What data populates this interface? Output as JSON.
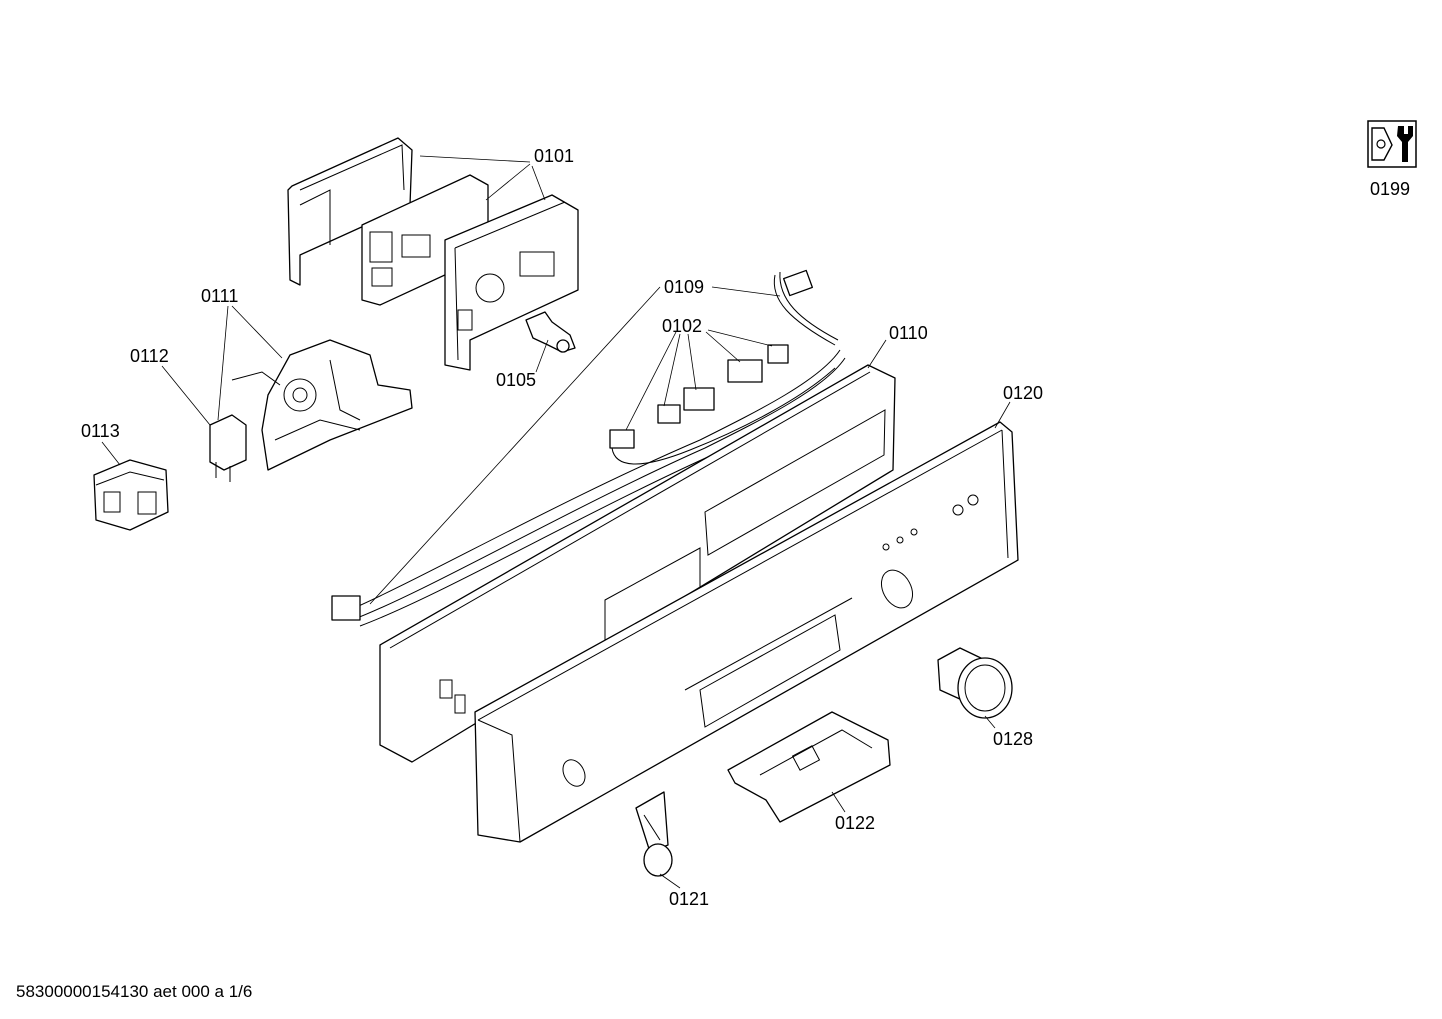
{
  "diagram": {
    "labels": [
      {
        "id": "0101",
        "text": "0101"
      },
      {
        "id": "0102",
        "text": "0102"
      },
      {
        "id": "0105",
        "text": "0105"
      },
      {
        "id": "0109",
        "text": "0109"
      },
      {
        "id": "0110",
        "text": "0110"
      },
      {
        "id": "0111",
        "text": "0111"
      },
      {
        "id": "0112",
        "text": "0112"
      },
      {
        "id": "0113",
        "text": "0113"
      },
      {
        "id": "0120",
        "text": "0120"
      },
      {
        "id": "0121",
        "text": "0121"
      },
      {
        "id": "0122",
        "text": "0122"
      },
      {
        "id": "0128",
        "text": "0128"
      },
      {
        "id": "0199",
        "text": "0199"
      }
    ],
    "footer": "58300000154130 aet 000 a 1/6",
    "icons": [
      "service-tool-icon"
    ]
  }
}
